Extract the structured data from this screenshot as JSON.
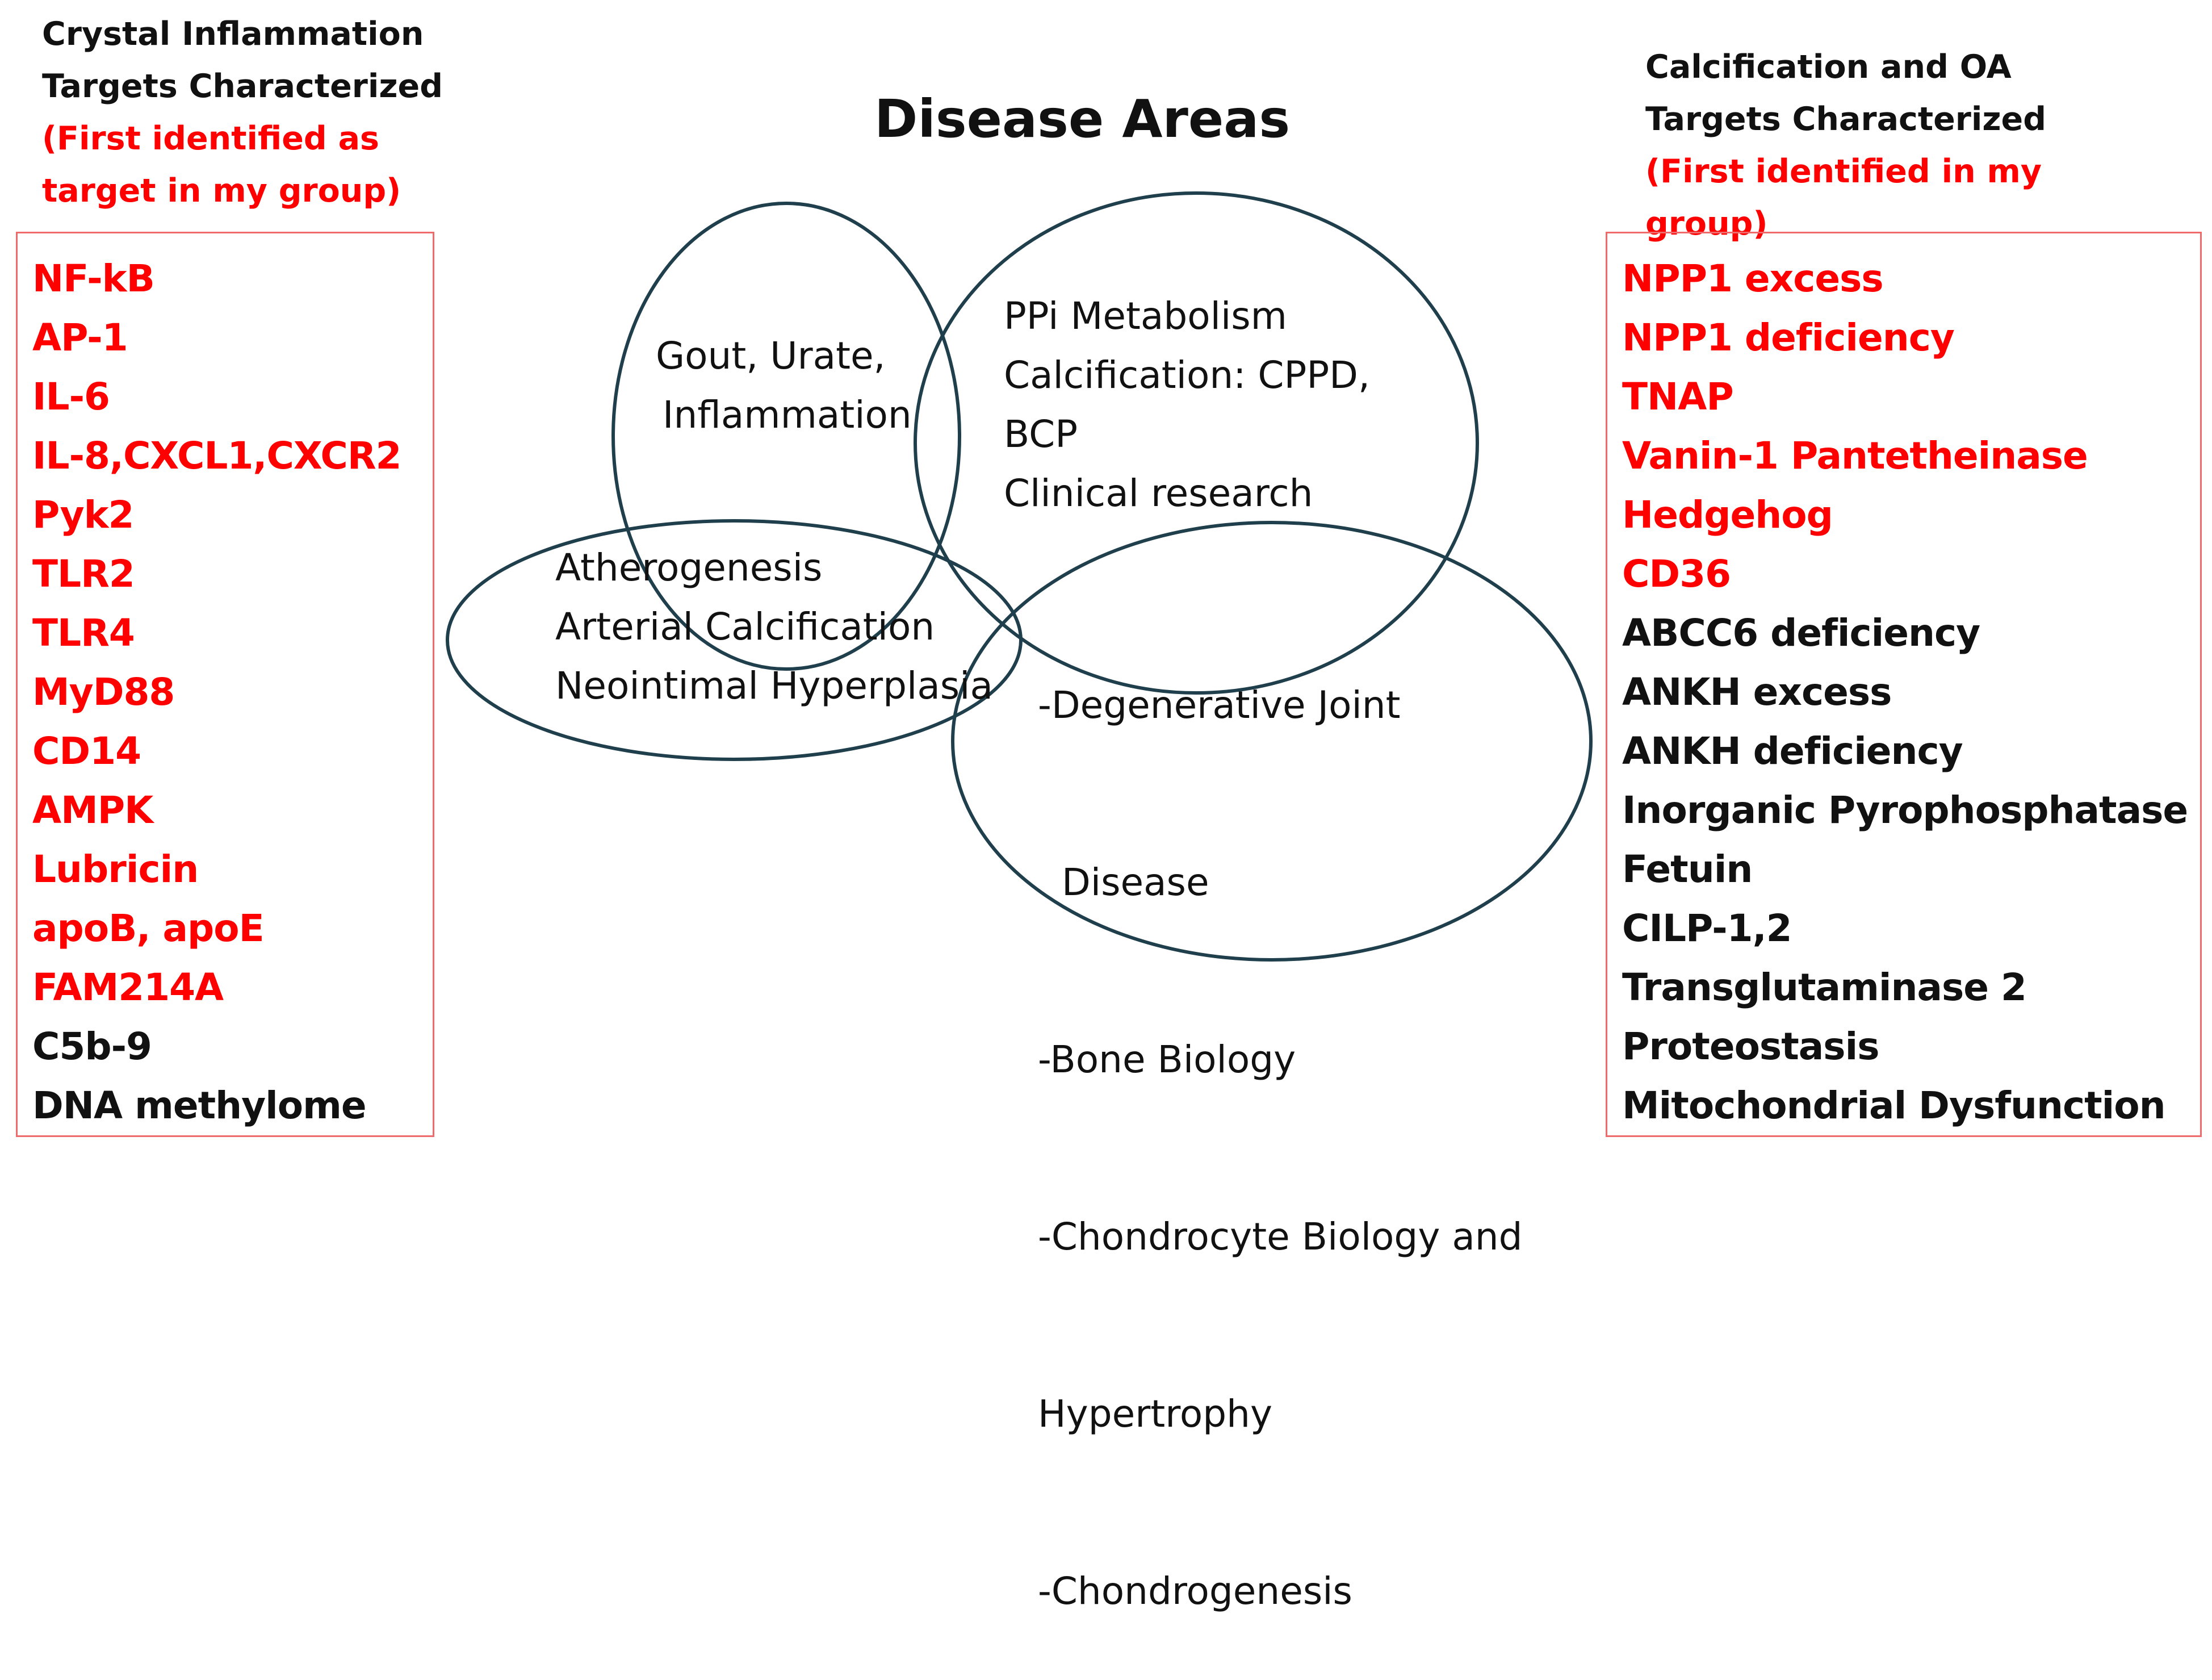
{
  "left_panel": {
    "header": [
      "Crystal Inflammation",
      "Targets Characterized"
    ],
    "header_note": [
      "(First identified as",
      "target in my group)"
    ],
    "targets": [
      {
        "label": "NF-kB",
        "color": "#ff0000"
      },
      {
        "label": "AP-1",
        "color": "#ff0000"
      },
      {
        "label": "IL-6",
        "color": "#ff0000"
      },
      {
        "label": "IL-8,CXCL1,CXCR2",
        "color": "#ff0000"
      },
      {
        "label": "Pyk2",
        "color": "#ff0000"
      },
      {
        "label": "TLR2",
        "color": "#ff0000"
      },
      {
        "label": "TLR4",
        "color": "#ff0000"
      },
      {
        "label": "MyD88",
        "color": "#ff0000"
      },
      {
        "label": "CD14",
        "color": "#ff0000"
      },
      {
        "label": "AMPK",
        "color": "#ff0000"
      },
      {
        "label": "Lubricin",
        "color": "#ff0000"
      },
      {
        "label": "apoB, apoE",
        "color": "#ff0000"
      },
      {
        "label": "FAM214A",
        "color": "#ff0000"
      },
      {
        "label": "C5b-9",
        "color": "#111111"
      },
      {
        "label": "DNA methylome",
        "color": "#111111"
      }
    ]
  },
  "right_panel": {
    "header": [
      "Calcification and OA",
      "Targets Characterized"
    ],
    "header_note": [
      "(First identified in my group)"
    ],
    "targets": [
      {
        "label": "NPP1 excess",
        "color": "#ff0000"
      },
      {
        "label": "NPP1 deficiency",
        "color": "#ff0000"
      },
      {
        "label": "TNAP",
        "color": "#ff0000"
      },
      {
        "label": "Vanin-1 Pantetheinase",
        "color": "#ff0000"
      },
      {
        "label": "Hedgehog",
        "color": "#ff0000"
      },
      {
        "label": "CD36",
        "color": "#ff0000"
      },
      {
        "label": "ABCC6 deficiency",
        "color": "#111111"
      },
      {
        "label": "ANKH excess",
        "color": "#111111"
      },
      {
        "label": "ANKH deficiency",
        "color": "#111111"
      },
      {
        "label": "Inorganic Pyrophosphatase",
        "color": "#111111"
      },
      {
        "label": "Fetuin",
        "color": "#111111"
      },
      {
        "label": "CILP-1,2",
        "color": "#111111"
      },
      {
        "label": "Transglutaminase 2",
        "color": "#111111"
      },
      {
        "label": "Proteostasis",
        "color": "#111111"
      },
      {
        "label": "Mitochondrial Dysfunction",
        "color": "#111111"
      }
    ]
  },
  "diagram": {
    "title": "Disease Areas",
    "areas": {
      "gout": [
        "Gout, Urate,",
        "Inflammation"
      ],
      "ppi": [
        "PPi Metabolism",
        "Calcification: CPPD,",
        "BCP",
        "Clinical research"
      ],
      "athero": [
        "Atherogenesis",
        "Arterial Calcification",
        "Neointimal Hyperplasia"
      ],
      "joint": [
        "-Degenerative Joint",
        "  Disease",
        "-Bone Biology",
        "-Chondrocyte Biology and",
        "Hypertrophy",
        "-Chondrogenesis"
      ]
    }
  },
  "colors": {
    "highlight": "#ff0000",
    "box_border": "#ef6b6b",
    "ellipse_stroke": "#1f3f4c"
  }
}
